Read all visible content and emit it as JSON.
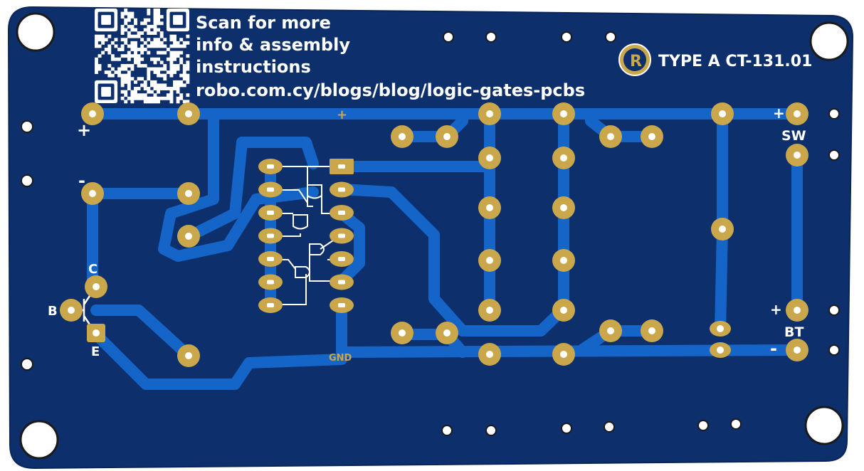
{
  "board": {
    "qr_caption_lines": [
      "Scan for more",
      "info & assembly",
      "instructions",
      "robo.com.cy/blogs/blog/logic-gates-pcbs"
    ],
    "logo_letter": "R",
    "type_label": "TYPE A CT-131.01",
    "labels": {
      "plus_top": "+",
      "minus_left": "-",
      "plus_left": "+",
      "transistor_c": "C",
      "transistor_b": "B",
      "transistor_e": "E",
      "gnd": "GND",
      "sw": "SW",
      "sw_plus": "+",
      "bt": "BT",
      "bt_plus": "+",
      "bt_minus": "-"
    },
    "colors": {
      "substrate": "#0d2f6b",
      "trace": "#1565c8",
      "pad_copper": "#c9a74a",
      "silkscreen": "#ffffff"
    }
  }
}
